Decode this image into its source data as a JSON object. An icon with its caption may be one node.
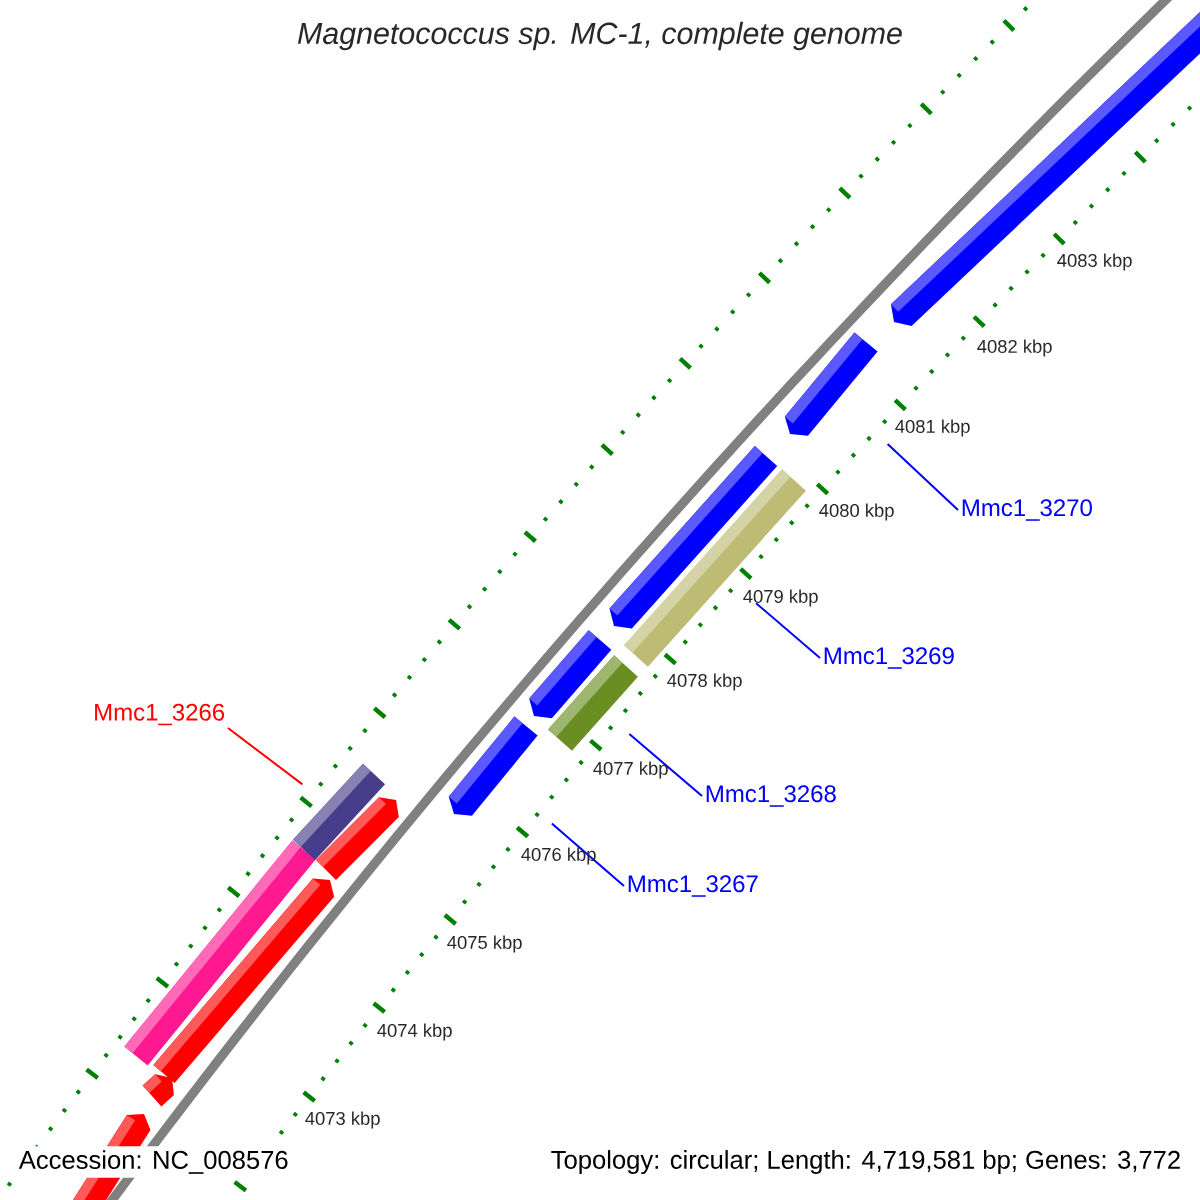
{
  "diagram": {
    "title": "Magnetococcus sp. MC-1, complete genome",
    "nodes": [
      {
        "text": [
          "Mmc1_3270"
        ]
      },
      {
        "text": [
          "Mmc1_3269"
        ]
      },
      {
        "text": [
          "Mmc1_3266"
        ]
      },
      {
        "text": [
          "Mmc1_3268"
        ]
      },
      {
        "text": [
          "Mmc1_3267"
        ]
      },
      {
        "text": [],
        "shape": "arrow"
      },
      {
        "text": [],
        "shape": "bar"
      },
      {
        "text": [],
        "shape": "bar"
      },
      {
        "text": [],
        "shape": "arrow"
      },
      {
        "text": [],
        "shape": "bar"
      }
    ],
    "edges": [
      {
        "from": 0,
        "to": 5,
        "arrow": "none"
      },
      {
        "from": 1,
        "to": 6,
        "arrow": "none"
      },
      {
        "from": 2,
        "to": 9,
        "arrow": "none",
        "color": "#ff0000"
      },
      {
        "from": 3,
        "to": 7,
        "arrow": "none"
      },
      {
        "from": 4,
        "to": 8,
        "arrow": "none"
      }
    ],
    "labels": [
      "4083 kbp",
      "4082 kbp",
      "4081 kbp",
      "4080 kbp",
      "4079 kbp",
      "4078 kbp",
      "4077 kbp",
      "4076 kbp",
      "4075 kbp",
      "4074 kbp",
      "4073 kbp",
      "Accession: NC_008576",
      "Topology: circular; Length: 4,719,581 bp; Genes: 3,772"
    ]
  }
}
